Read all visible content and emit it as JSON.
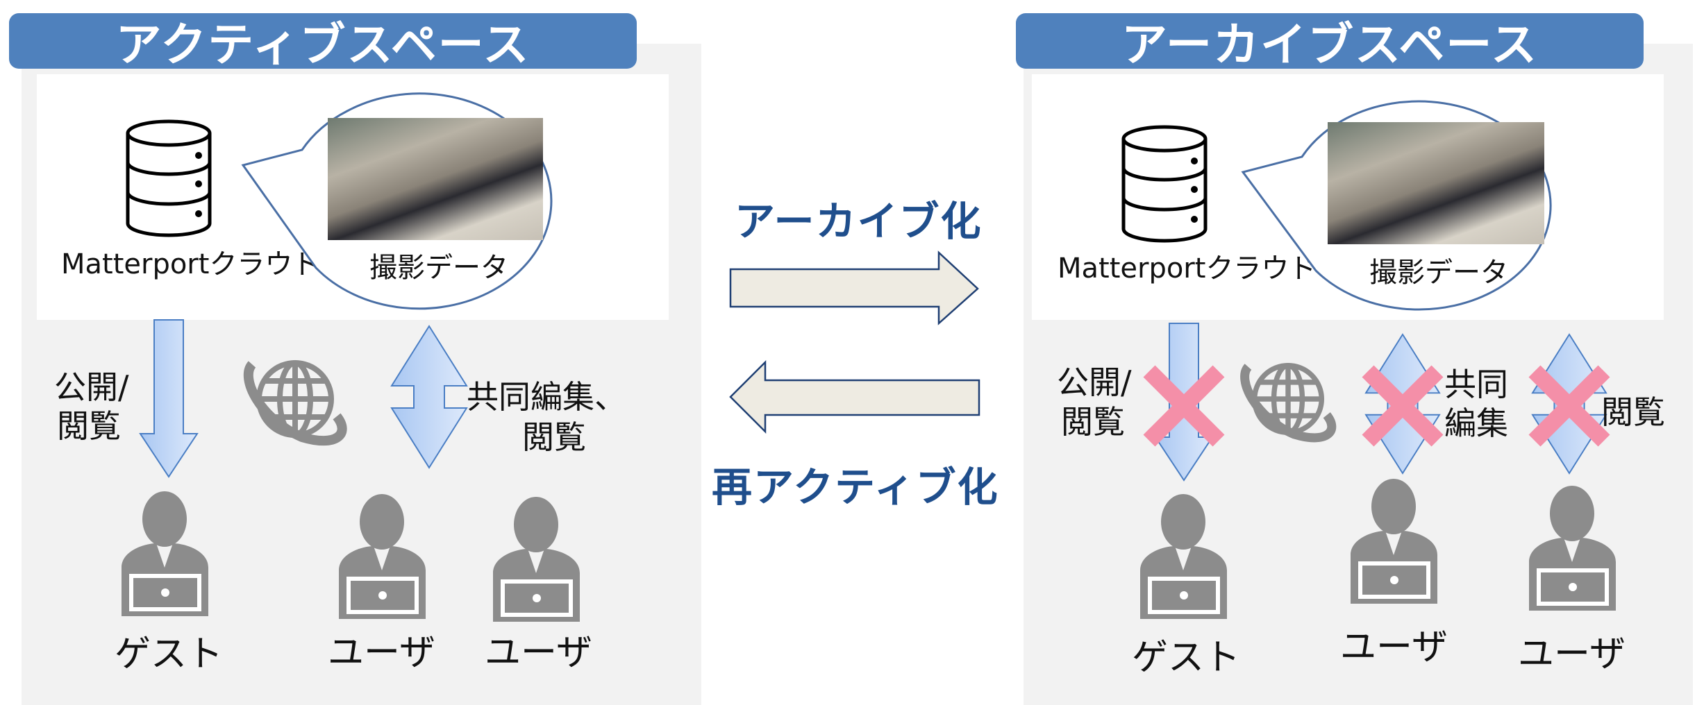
{
  "active": {
    "title": "アクティブスペース",
    "cloud_label": "Matterportクラウド",
    "data_label": "撮影データ",
    "publish_label_1": "公開/",
    "publish_label_2": "閲覧",
    "coedit_label_1": "共同編集、",
    "coedit_label_2": "閲覧",
    "users": [
      "ゲスト",
      "ユーザ",
      "ユーザ"
    ]
  },
  "archive": {
    "title": "アーカイブスペース",
    "cloud_label": "Matterportクラウド",
    "data_label": "撮影データ",
    "publish_label_1": "公開/",
    "publish_label_2": "閲覧",
    "coedit_label_1": "共同",
    "coedit_label_2": "編集",
    "view_label": "閲覧",
    "users": [
      "ゲスト",
      "ユーザ",
      "ユーザ"
    ]
  },
  "center": {
    "archive_label": "アーカイブ化",
    "reactivate_label": "再アクティブ化"
  },
  "colors": {
    "title_bg": "#4f81bd",
    "center_text": "#1f4e8c",
    "block_x": "#f48fa8",
    "arrow_fill": "#eeebe2"
  }
}
